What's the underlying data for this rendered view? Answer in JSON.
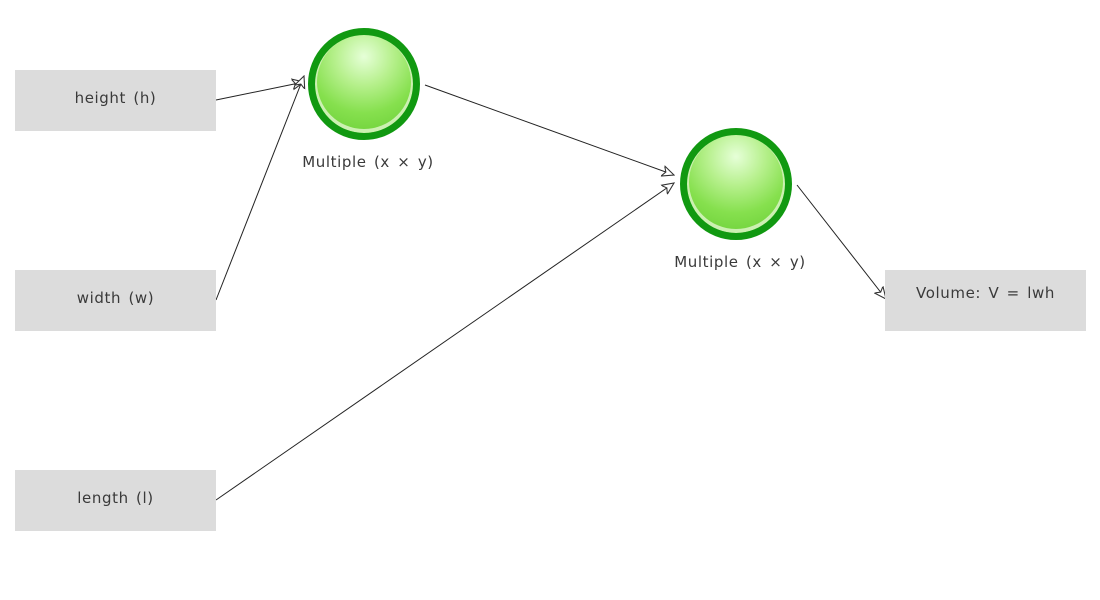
{
  "inputs": {
    "height": "height (h)",
    "width": "width (w)",
    "length": "length (l)"
  },
  "operations": {
    "first": "Multiple (x × y)",
    "second": "Multiple (x × y)"
  },
  "output": {
    "label": "Volume: V = lwh"
  },
  "colors": {
    "box_fill": "#dcdcdc",
    "node_ring": "#119911",
    "node_fill": "#77d844",
    "edge": "#222222"
  }
}
